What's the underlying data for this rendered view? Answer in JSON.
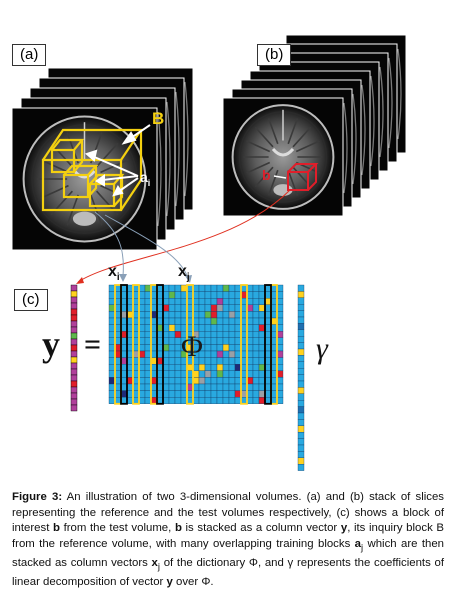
{
  "panels": {
    "a": "(a)",
    "b": "(b)",
    "c": "(c)"
  },
  "labels": {
    "B": "B",
    "a_base": "a",
    "a_sub": "i",
    "b_small": "b",
    "xi_base": "x",
    "xi_sub": "i",
    "xj_base": "x",
    "xj_sub": "j",
    "y": "y",
    "equals": "=",
    "phi": "Φ",
    "gamma": "γ"
  },
  "caption": {
    "lead": "Figure 3:",
    "t1": " An illustration of two 3-dimensional volumes. (a) and (b) stack of slices representing the reference and the test volumes respectively, (c) shows a block of interest ",
    "b1": "b",
    "t2": " from the test volume, ",
    "b2": "b",
    "t3": " is stacked as a column vector ",
    "y1": "y",
    "t4": ", its inquiry block B from the reference volume, with many overlapping training blocks ",
    "a1": "a",
    "a1sub": "j",
    "t5": " which are then stacked as column vectors ",
    "x1": "x",
    "x1sub": "j",
    "t6": " of the dictionary Φ, and γ represents the coefficients of linear decomposition of vector ",
    "y2": "y",
    "t7": " over Φ."
  },
  "colors": {
    "matrix_cell": "#29a9e0",
    "highlight": "#ffd21f",
    "magenta": "#b0409a",
    "red": "#e01e2a",
    "green": "#5fb84c",
    "gray": "#9aa0a6",
    "navy": "#1e2a78",
    "connector": "#e03020"
  }
}
